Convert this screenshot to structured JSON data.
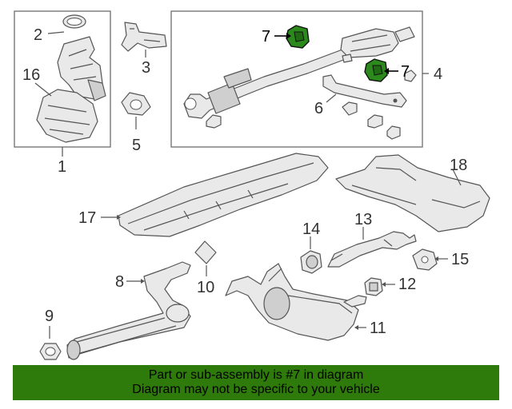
{
  "callouts": {
    "c1": "1",
    "c2": "2",
    "c3": "3",
    "c4": "4",
    "c5": "5",
    "c6": "6",
    "c7a": "7",
    "c7b": "7",
    "c8": "8",
    "c9": "9",
    "c10": "10",
    "c11": "11",
    "c12": "12",
    "c13": "13",
    "c14": "14",
    "c15": "15",
    "c16": "16",
    "c17": "17",
    "c18": "18"
  },
  "highlight_color": "#2b8a1b",
  "banner": {
    "line1": "Part or sub-assembly is #7 in diagram",
    "line2": "Diagram may not be specific to your vehicle",
    "color": "#2e7a0b"
  }
}
